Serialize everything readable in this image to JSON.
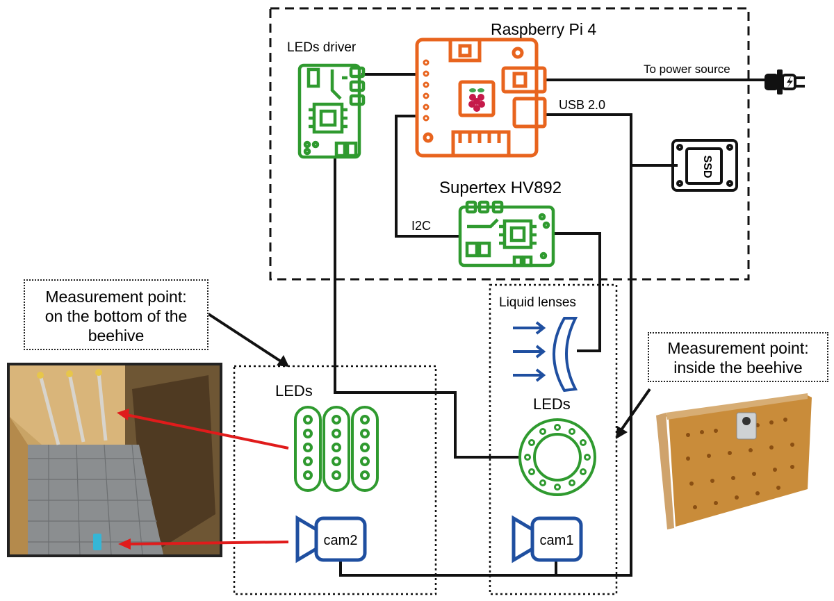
{
  "labels": {
    "rpi": "Raspberry Pi 4",
    "leds_driver": "LEDs driver",
    "power": "To power source",
    "usb": "USB 2.0",
    "supertex": "Supertex HV892",
    "i2c": "I2C",
    "ssd": "SSD",
    "liquid_lenses": "Liquid lenses",
    "leds_left": "LEDs",
    "leds_right": "LEDs",
    "cam2": "cam2",
    "cam1": "cam1"
  },
  "callouts": {
    "bottom": [
      "Measurement point:",
      "on the bottom of the",
      "beehive"
    ],
    "inside": [
      "Measurement point:",
      "inside the beehive"
    ]
  },
  "colors": {
    "wire": "#111111",
    "rpi": "#e8641e",
    "pcb": "#2f9a2f",
    "blue": "#1f4fa0",
    "arrow": "#e01b1b"
  }
}
